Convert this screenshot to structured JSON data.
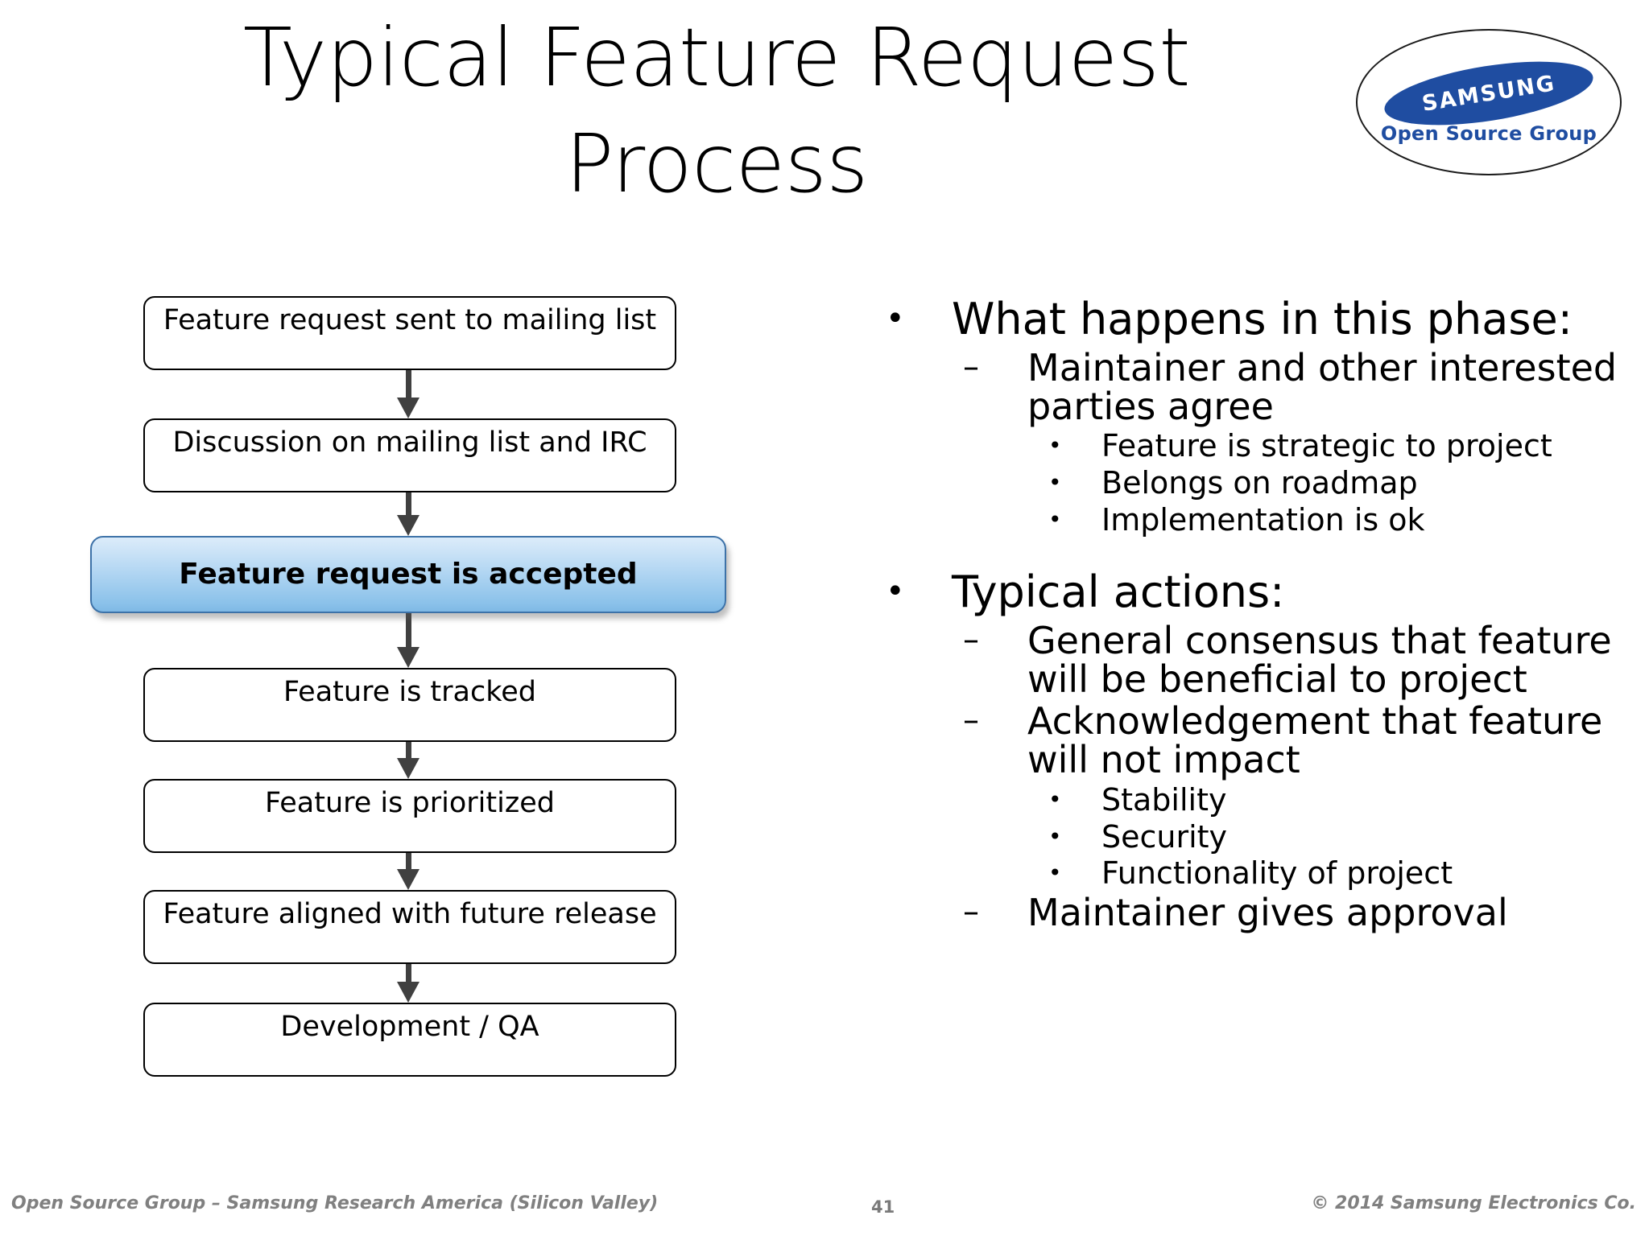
{
  "slide": {
    "title": "Typical Feature Request\nProcess",
    "page_number": "41"
  },
  "logo": {
    "name": "samsung-open-source-group-logo",
    "wordmark": "SAMSUNG",
    "subtext": "Open Source Group",
    "brand_blue": "#1f4da1"
  },
  "flowchart": {
    "highlight_color": "#8cc2ea",
    "highlight_border": "#3d72a8",
    "arrow_color": "#404040",
    "nodes": [
      {
        "label": "Feature request sent to mailing list",
        "highlight": false
      },
      {
        "label": "Discussion on mailing list and IRC",
        "highlight": false
      },
      {
        "label": "Feature request is accepted",
        "highlight": true
      },
      {
        "label": "Feature is tracked",
        "highlight": false
      },
      {
        "label": "Feature is prioritized",
        "highlight": false
      },
      {
        "label": "Feature aligned with future release",
        "highlight": false
      },
      {
        "label": "Development / QA",
        "highlight": false
      }
    ]
  },
  "bullets": [
    {
      "level": 1,
      "marker": "•",
      "text": "What happens in this phase:"
    },
    {
      "level": 2,
      "marker": "–",
      "text": "Maintainer and other interested parties agree"
    },
    {
      "level": 3,
      "marker": "•",
      "text": "Feature is strategic to project"
    },
    {
      "level": 3,
      "marker": "•",
      "text": "Belongs on roadmap"
    },
    {
      "level": 3,
      "marker": "•",
      "text": "Implementation is ok"
    },
    {
      "level": 0,
      "marker": "",
      "text": ""
    },
    {
      "level": 1,
      "marker": "•",
      "text": "Typical actions:"
    },
    {
      "level": 2,
      "marker": "–",
      "text": "General consensus that feature will be beneficial to project"
    },
    {
      "level": 2,
      "marker": "–",
      "text": "Acknowledgement that feature will not impact"
    },
    {
      "level": 3,
      "marker": "•",
      "text": "Stability"
    },
    {
      "level": 3,
      "marker": "•",
      "text": "Security"
    },
    {
      "level": 3,
      "marker": "•",
      "text": "Functionality of project"
    },
    {
      "level": 2,
      "marker": "–",
      "text": "Maintainer gives approval"
    }
  ],
  "footer": {
    "left": "Open Source Group –  Samsung Research America (Silicon Valley)",
    "right": "© 2014 Samsung Electronics Co.",
    "page": "41"
  }
}
